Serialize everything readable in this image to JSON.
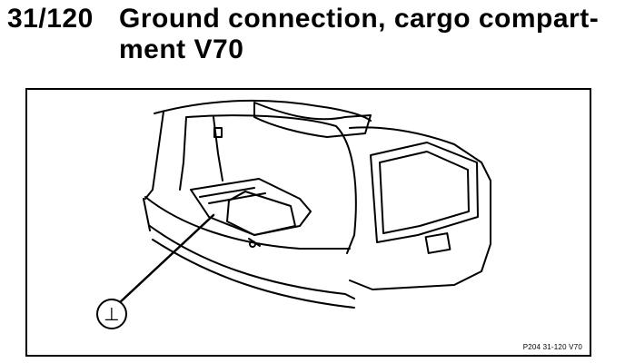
{
  "heading": {
    "number": "31/120",
    "title_line1": "Ground connection, cargo compart-",
    "title_line2": "ment V70"
  },
  "figure": {
    "ground_symbol": "⊥",
    "reference": "P204 31-120 V70"
  }
}
